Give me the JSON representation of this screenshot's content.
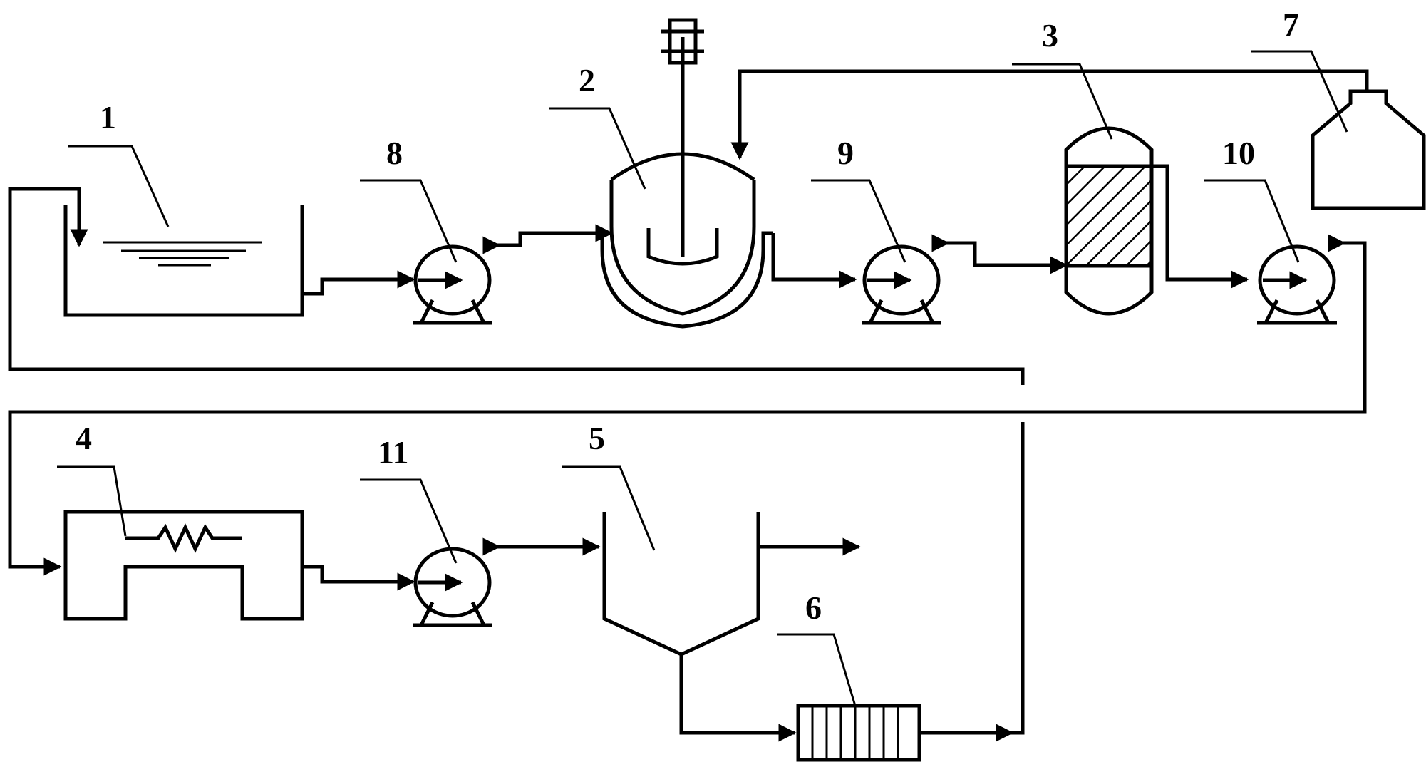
{
  "diagram": {
    "labels": {
      "n1": "1",
      "n2": "2",
      "n3": "3",
      "n4": "4",
      "n5": "5",
      "n6": "6",
      "n7": "7",
      "n8": "8",
      "n9": "9",
      "n10": "10",
      "n11": "11"
    }
  }
}
